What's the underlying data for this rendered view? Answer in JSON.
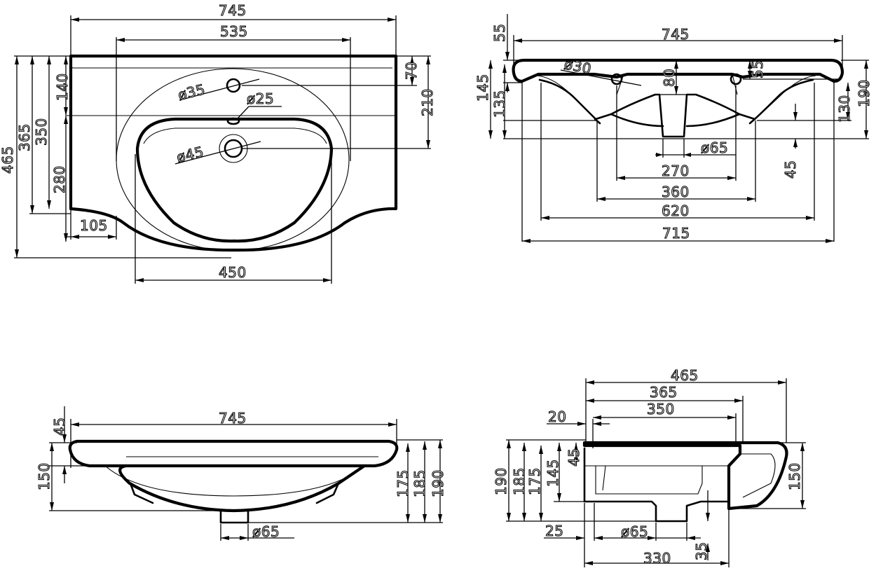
{
  "top_view": {
    "dims": {
      "overall_width": "745",
      "inner_width": "535",
      "bowl_width": "450",
      "front_offset": "105",
      "depth_465": "465",
      "depth_365": "365",
      "depth_350": "350",
      "depth_140": "140",
      "depth_280": "280",
      "right_70": "70",
      "right_210": "210",
      "tap_hole": "ø35",
      "overflow": "ø25",
      "drain": "ø45"
    }
  },
  "back_view": {
    "dims": {
      "overall_width": "745",
      "width_715": "715",
      "width_620": "620",
      "width_360": "360",
      "width_270": "270",
      "drain": "ø65",
      "hole": "ø30",
      "left_55": "55",
      "left_145": "145",
      "left_135": "135",
      "center_80": "80",
      "right_55": "55",
      "right_130": "130",
      "right_190": "190",
      "right_45": "45"
    }
  },
  "front_view": {
    "dims": {
      "overall_width": "745",
      "left_45": "45",
      "left_150": "150",
      "right_175": "175",
      "right_185": "185",
      "right_190": "190",
      "drain": "ø65"
    }
  },
  "side_view": {
    "dims": {
      "depth_465": "465",
      "depth_365": "365",
      "depth_350": "350",
      "offset_20": "20",
      "left_190": "190",
      "left_185": "185",
      "left_175": "175",
      "left_145": "145",
      "left_45": "45",
      "right_150": "150",
      "bottom_25": "25",
      "drain": "ø65",
      "bottom_35": "35",
      "bottom_330": "330"
    }
  }
}
